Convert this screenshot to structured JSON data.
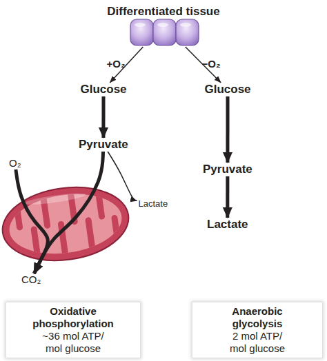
{
  "diagram": {
    "nodes": [
      {
        "text": [
          "Differentiated tissue"
        ]
      },
      {
        "text": [
          "Glucose"
        ]
      },
      {
        "text": [
          "Glucose"
        ]
      },
      {
        "text": [
          "O₂"
        ]
      },
      {
        "text": [
          "Pyruvate"
        ]
      },
      {
        "text": [
          "Pyruvate"
        ]
      },
      {
        "text": [
          "Lactate"
        ]
      },
      {
        "text": [
          "Lactate"
        ]
      },
      {
        "text": [
          "CO₂"
        ]
      },
      {
        "text": [
          "Oxidative phosphorylation",
          "~36 mol ATP/ mol glucose"
        ]
      },
      {
        "text": [
          "Anaerobic glycolysis",
          "2 mol ATP/ mol glucose"
        ]
      }
    ],
    "edges": [
      {
        "from": 0,
        "to": 1,
        "arrow": "to",
        "label": "+O₂"
      },
      {
        "from": 0,
        "to": 2,
        "arrow": "to",
        "label": "−O₂"
      },
      {
        "from": 1,
        "to": 4,
        "arrow": "to"
      },
      {
        "from": 2,
        "to": 5,
        "arrow": "to"
      },
      {
        "from": 5,
        "to": 7,
        "arrow": "to"
      },
      {
        "from": 4,
        "to": 6,
        "arrow": "to"
      },
      {
        "from": 4,
        "to": 8,
        "arrow": "to"
      },
      {
        "from": 3,
        "to": 8,
        "arrow": "to"
      }
    ]
  }
}
